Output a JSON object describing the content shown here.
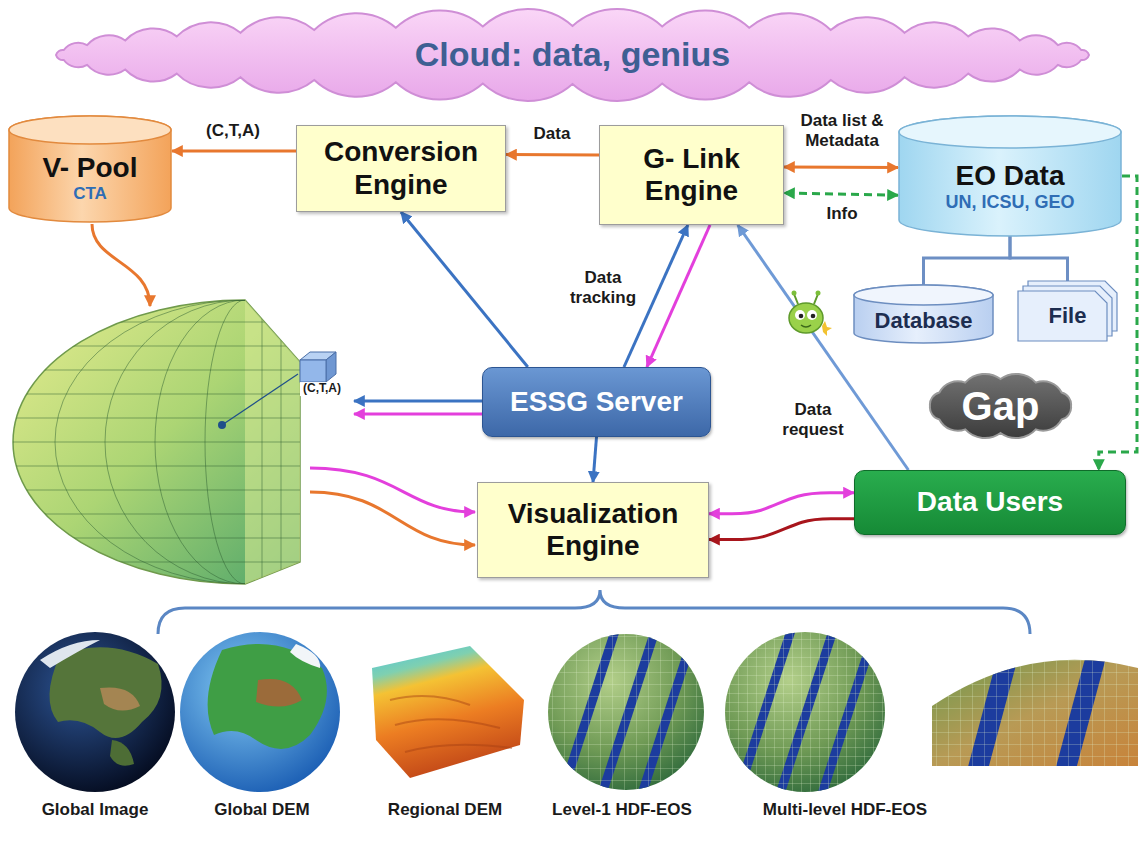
{
  "diagram": {
    "nodes": [
      {
        "text": [
          "Cloud: data, genius"
        ]
      },
      {
        "text": [
          "V- Pool",
          "CTA"
        ]
      },
      {
        "text": [
          "Conversion Engine"
        ]
      },
      {
        "text": [
          "G- Link Engine"
        ]
      },
      {
        "text": [
          "EO Data",
          "UN, ICSU, GEO"
        ]
      },
      {
        "text": [
          "Database"
        ]
      },
      {
        "text": [
          "File"
        ]
      },
      {
        "text": [
          "ESSG Server"
        ]
      },
      {
        "text": [
          "Gap"
        ]
      },
      {
        "text": [
          "Visualization Engine"
        ]
      },
      {
        "text": [
          "Data Users"
        ]
      }
    ],
    "edges": [
      {
        "from": 2,
        "to": 1,
        "label": "(C,T,A)",
        "arrow": "to"
      },
      {
        "from": 3,
        "to": 2,
        "label": "Data",
        "arrow": "to"
      },
      {
        "from": 3,
        "to": 4,
        "label": "Data list & Metadata",
        "arrow": "both"
      },
      {
        "from": 4,
        "to": 3,
        "label": "Info",
        "arrow": "both"
      },
      {
        "from": 4,
        "to": 10,
        "arrow": "to"
      },
      {
        "from": 4,
        "to": 5,
        "arrow": "none"
      },
      {
        "from": 4,
        "to": 6,
        "arrow": "none"
      },
      {
        "from": 7,
        "to": 2,
        "arrow": "to"
      },
      {
        "from": 7,
        "to": 3,
        "label": "Data tracking",
        "arrow": "to"
      },
      {
        "from": 3,
        "to": 7,
        "arrow": "to"
      },
      {
        "from": 10,
        "to": 3,
        "label": "Data request",
        "arrow": "to"
      },
      {
        "from": 7,
        "to": 9,
        "arrow": "to"
      },
      {
        "from": 9,
        "to": 10,
        "arrow": "both"
      },
      {
        "from": 10,
        "to": 9,
        "arrow": "to"
      }
    ],
    "labels": [
      "(C,T,A)",
      "Global Image",
      "Global DEM",
      "Regional DEM",
      "Level-1 HDF-EOS",
      "Multi-level HDF-EOS"
    ]
  }
}
